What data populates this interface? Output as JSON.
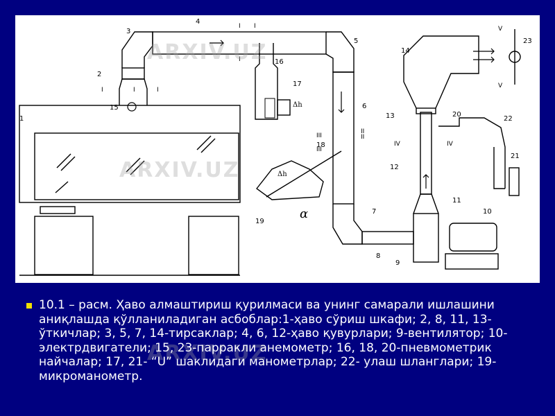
{
  "figure": {
    "title": "",
    "part_labels": [
      "1",
      "2",
      "3",
      "4",
      "5",
      "6",
      "7",
      "8",
      "9",
      "10",
      "11",
      "12",
      "13",
      "14",
      "15",
      "16",
      "17",
      "18",
      "19",
      "20",
      "21",
      "22",
      "23"
    ],
    "section_labels": [
      "I",
      "I",
      "I",
      "I",
      "I",
      "I",
      "II",
      "II",
      "III",
      "III",
      "IV",
      "IV",
      "V",
      "V"
    ],
    "symbols": {
      "delta_h": "Δh",
      "alpha": "α"
    }
  },
  "caption": {
    "text": "10.1 – расм. Ҳаво алмаштириш қурилмаси ва унинг самарали ишлашини аниқлашда қўлланиладиган асбоблар:1-ҳаво сўриш шкафи; 2, 8, 11, 13-ўткичлар; 3, 5, 7, 14-тирсаклар; 4, 6, 12-ҳаво қувурлари; 9-вентилятор; 10-электрдвигатели; 15, 23-парракли анемометр; 16, 18, 20-пневмометрик найчалар; 17, 21- “U” шаклидаги манометрлар; 22- улаш шланглари; 19-микроманометр."
  },
  "watermark": {
    "text": "ARXIV.UZ"
  },
  "colors": {
    "background": "#000080",
    "bullet": "#f0e000",
    "caption_text": "#ffffff"
  }
}
